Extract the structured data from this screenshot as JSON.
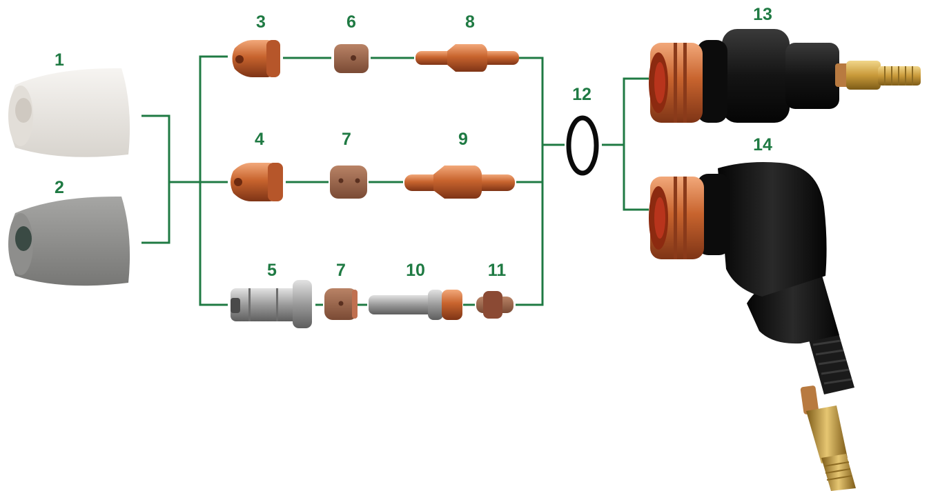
{
  "colors": {
    "label": "#1f7a43",
    "connector": "#1f7a43",
    "copper": "#c8642e",
    "copper_dark": "#8a3a1a",
    "copper_light": "#f0a070",
    "ceramic_white": "#e9e6e1",
    "ceramic_grey": "#8e8e8c",
    "black_body": "#141414",
    "brass": "#c99a3a",
    "steel": "#a7a7a7"
  },
  "parts": [
    {
      "id": "1",
      "label": "1",
      "kind": "shield-cup-white"
    },
    {
      "id": "2",
      "label": "2",
      "kind": "shield-cup-grey"
    },
    {
      "id": "3",
      "label": "3",
      "kind": "nozzle"
    },
    {
      "id": "4",
      "label": "4",
      "kind": "nozzle"
    },
    {
      "id": "5",
      "label": "5",
      "kind": "nozzle-extended"
    },
    {
      "id": "6",
      "label": "6",
      "kind": "swirl-ring"
    },
    {
      "id": "7a",
      "label": "7",
      "kind": "swirl-ring"
    },
    {
      "id": "7b",
      "label": "7",
      "kind": "swirl-ring"
    },
    {
      "id": "8",
      "label": "8",
      "kind": "electrode"
    },
    {
      "id": "9",
      "label": "9",
      "kind": "electrode"
    },
    {
      "id": "10",
      "label": "10",
      "kind": "electrode-extended"
    },
    {
      "id": "11",
      "label": "11",
      "kind": "electrode-tip"
    },
    {
      "id": "12",
      "label": "12",
      "kind": "o-ring"
    },
    {
      "id": "13",
      "label": "13",
      "kind": "torch-head-straight"
    },
    {
      "id": "14",
      "label": "14",
      "kind": "torch-head-angled"
    }
  ]
}
